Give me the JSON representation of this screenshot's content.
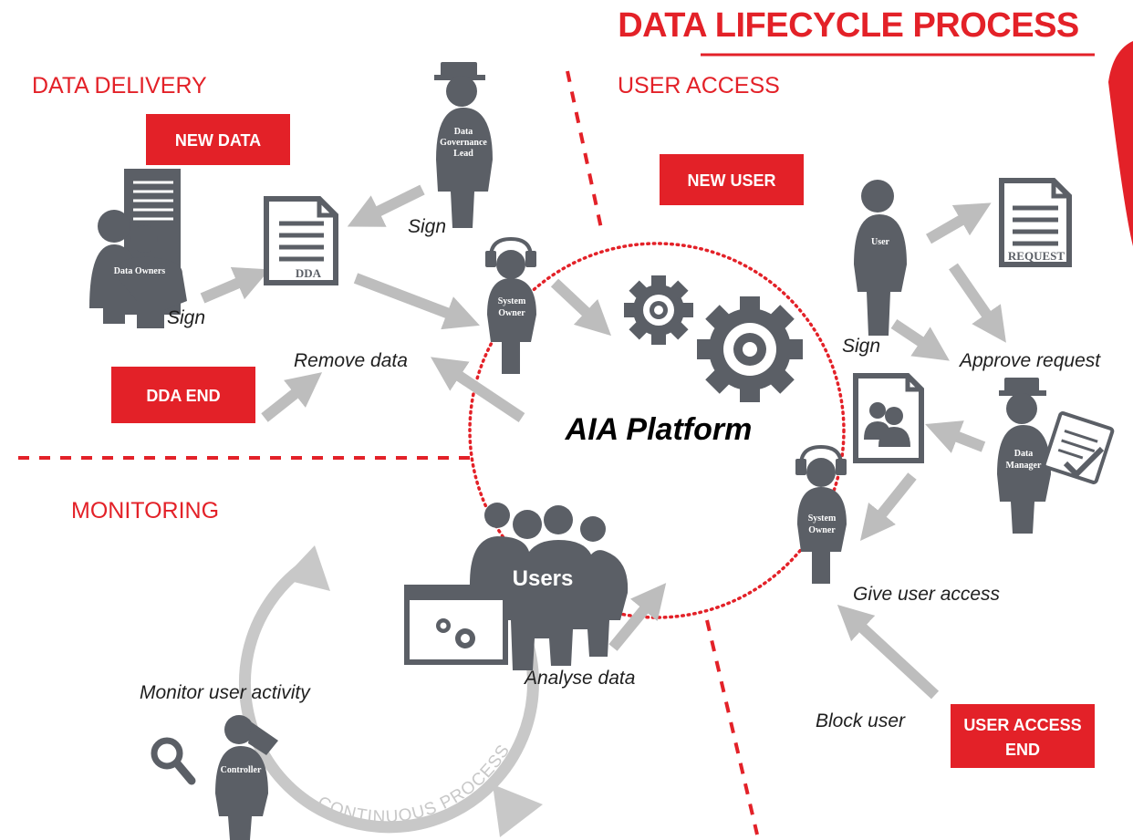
{
  "title": "DATA LIFECYCLE PROCESS",
  "sections": {
    "data_delivery": "DATA DELIVERY",
    "user_access": "USER ACCESS",
    "monitoring": "MONITORING"
  },
  "buttons": {
    "new_data": "NEW DATA",
    "dda_end": "DDA END",
    "new_user": "NEW USER",
    "user_access_end_line1": "USER ACCESS",
    "user_access_end_line2": "END"
  },
  "platform": "AIA Platform",
  "roles": {
    "data_owners": "Data Owners",
    "dgl_line1": "Data",
    "dgl_line2": "Governance",
    "dgl_line3": "Lead",
    "system_owner_line1": "System",
    "system_owner_line2": "Owner",
    "user": "User",
    "data_manager_line1": "Data",
    "data_manager_line2": "Manager",
    "controller": "Controller",
    "users": "Users"
  },
  "documents": {
    "dda": "DDA",
    "request": "REQUEST"
  },
  "labels": {
    "sign_data_owners": "Sign",
    "sign_governance": "Sign",
    "remove_data": "Remove data",
    "sign_user": "Sign",
    "approve_request": "Approve request",
    "give_user_access": "Give user access",
    "block_user": "Block user",
    "analyse_data": "Analyse data",
    "monitor_user_activity": "Monitor user activity",
    "continuous_process": "CONTINUOUS PROCESS"
  },
  "colors": {
    "accent_red": "#e32128",
    "figure_gray": "#5b5f66",
    "arrow_gray": "#bdbdbd"
  }
}
